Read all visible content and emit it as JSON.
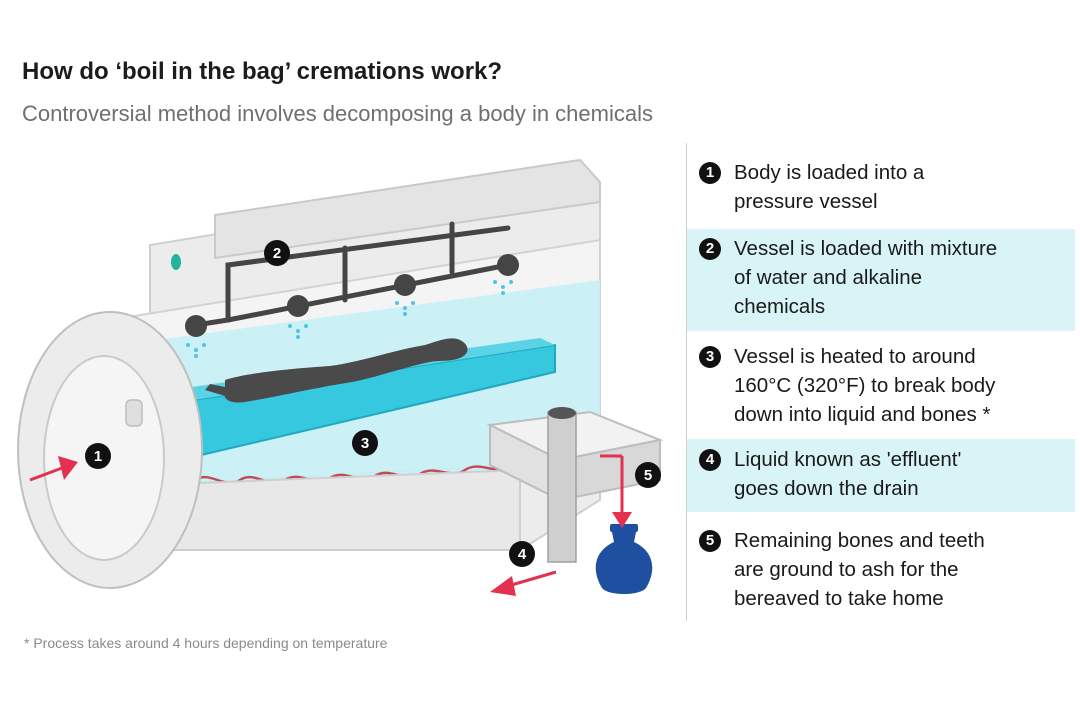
{
  "header": {
    "title": "How do ‘boil in the bag’ cremations work?",
    "subtitle": "Controversial method involves decomposing a body in chemicals"
  },
  "diagram": {
    "markers": [
      "1",
      "2",
      "3",
      "4",
      "5"
    ],
    "colors": {
      "vessel_body": "#ebebeb",
      "vessel_outline": "#c9c9c9",
      "liquid": "#c6eff6",
      "platform": "#35c8de",
      "body_silhouette": "#4a4a4a",
      "pipes": "#454545",
      "heater": "#c24b5a",
      "arrow": "#e4314f",
      "urn": "#1e4fa0",
      "indicator": "#22b39b"
    }
  },
  "steps": [
    {
      "number": "1",
      "text": "Body is loaded into a pressure vessel",
      "lines": [
        "Body is loaded into a",
        "pressure vessel"
      ]
    },
    {
      "number": "2",
      "text": "Vessel is loaded with mixture of water and alkaline chemicals",
      "lines": [
        "Vessel is loaded with mixture",
        "of water and alkaline",
        "chemicals"
      ]
    },
    {
      "number": "3",
      "text": "Vessel is heated to around 160°C (320°F) to break body down into liquid and bones *",
      "lines": [
        "Vessel is heated to around",
        "160°C (320°F) to break body",
        "down into liquid and bones *"
      ]
    },
    {
      "number": "4",
      "text": "Liquid known as 'effluent' goes down the drain",
      "lines": [
        "Liquid known as 'effluent'",
        "goes down the drain"
      ]
    },
    {
      "number": "5",
      "text": "Remaining bones and teeth are ground to ash for the bereaved to take home",
      "lines": [
        "Remaining bones and teeth",
        "are ground to ash for the",
        "bereaved to take home"
      ]
    }
  ],
  "footnote": "* Process takes around 4 hours depending on temperature"
}
